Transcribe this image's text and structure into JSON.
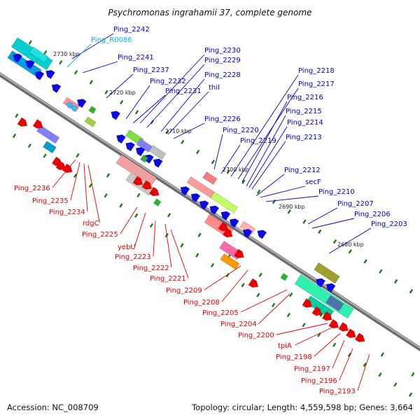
{
  "title": "Psychromonas ingrahamii 37, complete genome",
  "footer": {
    "accession": "Accession: NC_008709",
    "info": "Topology: circular; Length: 4,559,598 bp; Genes: 3,664"
  },
  "colors": {
    "top_label": "#0000c8",
    "rna_label": "#00b8e0",
    "bottom_label": "#dd0000",
    "backbone": "#8a8a8a",
    "tick": "#1a7a1a"
  },
  "kbp_marks": [
    "2730 kbp",
    "2720 kbp",
    "2710 kbp",
    "2700 kbp",
    "2690 kbp",
    "2680 kbp"
  ],
  "top_labels": [
    {
      "text": "Ping_2242",
      "kind": "gene"
    },
    {
      "text": "Ping_R0086",
      "kind": "rna"
    },
    {
      "text": "Ping_2241",
      "kind": "gene"
    },
    {
      "text": "Ping_2237",
      "kind": "gene"
    },
    {
      "text": "Ping_2232",
      "kind": "gene"
    },
    {
      "text": "Ping_2231",
      "kind": "gene"
    },
    {
      "text": "Ping_2230",
      "kind": "gene"
    },
    {
      "text": "Ping_2229",
      "kind": "gene"
    },
    {
      "text": "Ping_2228",
      "kind": "gene"
    },
    {
      "text": "thiI",
      "kind": "gene"
    },
    {
      "text": "Ping_2226",
      "kind": "gene"
    },
    {
      "text": "Ping_2220",
      "kind": "gene"
    },
    {
      "text": "Ping_2219",
      "kind": "gene"
    },
    {
      "text": "Ping_2218",
      "kind": "gene"
    },
    {
      "text": "Ping_2217",
      "kind": "gene"
    },
    {
      "text": "Ping_2216",
      "kind": "gene"
    },
    {
      "text": "Ping_2215",
      "kind": "gene"
    },
    {
      "text": "Ping_2214",
      "kind": "gene"
    },
    {
      "text": "Ping_2213",
      "kind": "gene"
    },
    {
      "text": "Ping_2212",
      "kind": "gene"
    },
    {
      "text": "secF",
      "kind": "gene"
    },
    {
      "text": "Ping_2210",
      "kind": "gene"
    },
    {
      "text": "Ping_2207",
      "kind": "gene"
    },
    {
      "text": "Ping_2206",
      "kind": "gene"
    },
    {
      "text": "Ping_2203",
      "kind": "gene"
    }
  ],
  "bottom_labels": [
    {
      "text": "Ping_2236"
    },
    {
      "text": "Ping_2235"
    },
    {
      "text": "Ping_2234"
    },
    {
      "text": "rdgC"
    },
    {
      "text": "Ping_2225"
    },
    {
      "text": "yebU"
    },
    {
      "text": "Ping_2223"
    },
    {
      "text": "Ping_2222"
    },
    {
      "text": "Ping_2221"
    },
    {
      "text": "Ping_2209"
    },
    {
      "text": "Ping_2208"
    },
    {
      "text": "Ping_2205"
    },
    {
      "text": "Ping_2204"
    },
    {
      "text": "Ping_2200"
    },
    {
      "text": "tpiA"
    },
    {
      "text": "Ping_2198"
    },
    {
      "text": "Ping_2197"
    },
    {
      "text": "Ping_2196"
    },
    {
      "text": "Ping_2193"
    }
  ]
}
